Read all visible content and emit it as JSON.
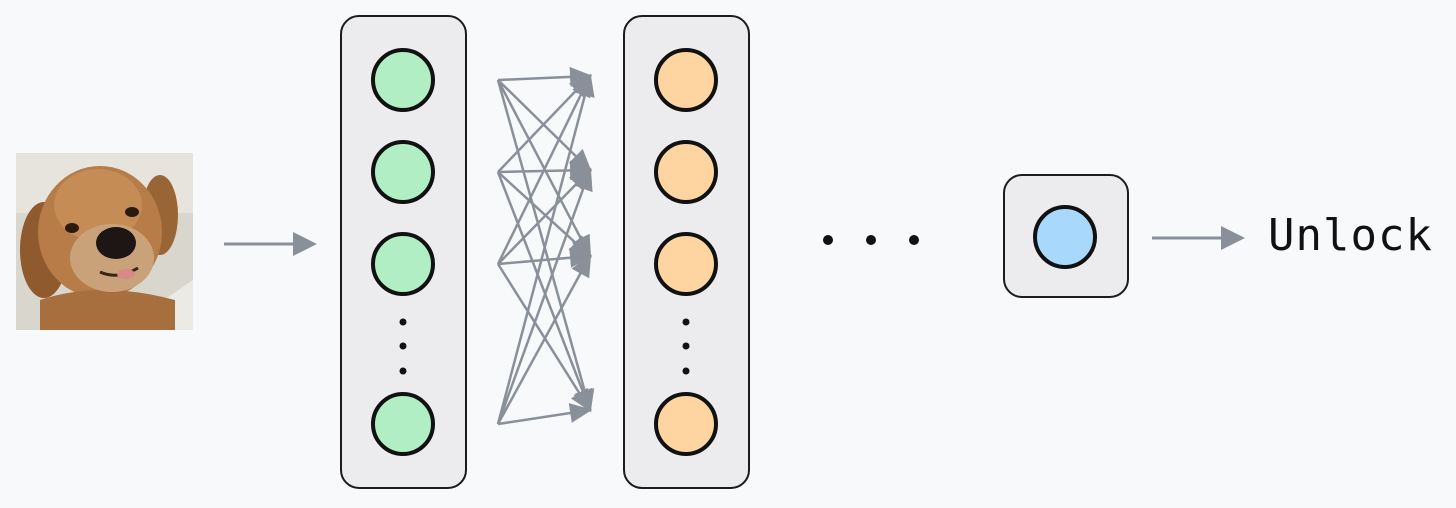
{
  "diagram": {
    "output_label": "Unlock",
    "input_image": "golden-retriever-photo",
    "colors": {
      "background": "#f8f9fb",
      "panel_fill": "#ececee",
      "panel_stroke": "#1c1c1c",
      "layer1_node": "#b2eec4",
      "layer2_node": "#fed4a1",
      "output_node": "#a8d9fd",
      "arrow": "#8a9099",
      "node_stroke": "#111111"
    },
    "layers": [
      {
        "name": "hidden-layer-1",
        "visible_nodes": 4,
        "ellipsis": true
      },
      {
        "name": "hidden-layer-2",
        "visible_nodes": 4,
        "ellipsis": true
      },
      {
        "name": "output-layer",
        "visible_nodes": 1,
        "ellipsis": false
      }
    ]
  }
}
